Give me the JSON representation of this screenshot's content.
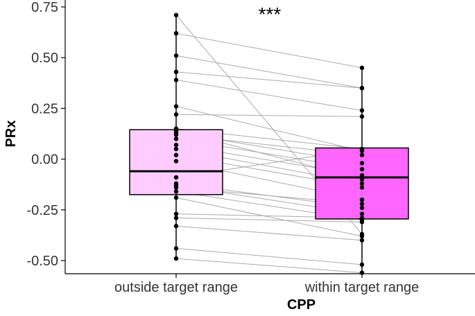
{
  "chart_data": {
    "type": "box",
    "xlabel": "CPP",
    "ylabel": "PRx",
    "annotation": "***",
    "ylim": [
      -0.55,
      0.75
    ],
    "yticks": [
      0.75,
      0.5,
      0.25,
      0.0,
      -0.25,
      -0.5
    ],
    "ytick_labels": [
      "0.75",
      "0.50",
      "0.25",
      "0.00",
      "-0.25",
      "-0.50"
    ],
    "grid": false,
    "categories": [
      "outside target range",
      "within target range"
    ],
    "box_colors": [
      "#ffccff",
      "#ff66ff"
    ],
    "point_color": "#000000",
    "line_color": "#aaaaaa",
    "boxes": [
      {
        "q1": -0.175,
        "median": -0.06,
        "q3": 0.145,
        "whisker_low": -0.5,
        "whisker_high": 0.71
      },
      {
        "q1": -0.295,
        "median": -0.09,
        "q3": 0.055,
        "whisker_low": -0.56,
        "whisker_high": 0.45
      }
    ],
    "pairs": [
      [
        0.71,
        -0.37
      ],
      [
        0.62,
        0.45
      ],
      [
        0.51,
        0.35
      ],
      [
        0.43,
        0.35
      ],
      [
        0.39,
        0.24
      ],
      [
        0.26,
        0.04
      ],
      [
        0.22,
        0.21
      ],
      [
        0.15,
        0.05
      ],
      [
        0.14,
        -0.1
      ],
      [
        0.13,
        -0.02
      ],
      [
        0.12,
        0.02
      ],
      [
        0.1,
        -0.05
      ],
      [
        0.07,
        -0.08
      ],
      [
        0.05,
        -0.12
      ],
      [
        0.02,
        -0.14
      ],
      [
        -0.01,
        -0.2
      ],
      [
        -0.09,
        0.05
      ],
      [
        -0.12,
        -0.24
      ],
      [
        -0.13,
        -0.27
      ],
      [
        -0.14,
        -0.22
      ],
      [
        -0.16,
        -0.3
      ],
      [
        -0.19,
        -0.38
      ],
      [
        -0.27,
        -0.29
      ],
      [
        -0.29,
        -0.31
      ],
      [
        -0.33,
        -0.4
      ],
      [
        -0.44,
        -0.52
      ],
      [
        -0.49,
        -0.56
      ]
    ]
  }
}
